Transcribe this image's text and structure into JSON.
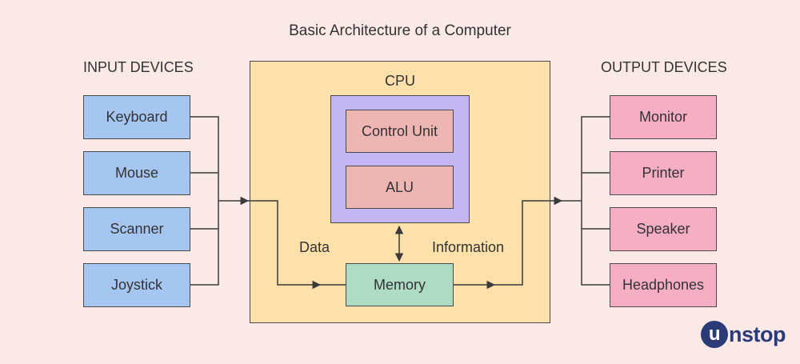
{
  "title": "Basic Architecture of a Computer",
  "input_label": "INPUT DEVICES",
  "output_label": "OUTPUT DEVICES",
  "inputs": [
    "Keyboard",
    "Mouse",
    "Scanner",
    "Joystick"
  ],
  "outputs": [
    "Monitor",
    "Printer",
    "Speaker",
    "Headphones"
  ],
  "cpu": {
    "label": "CPU",
    "control_unit": "Control Unit",
    "alu": "ALU",
    "memory": "Memory",
    "data_label": "Data",
    "information_label": "Information"
  },
  "logo": {
    "badge": "u",
    "text": "nstop"
  },
  "colors": {
    "background": "#fbe9e8",
    "input_box": "#a6c6f2",
    "output_box": "#f6aec4",
    "cpu_frame": "#fde0aa",
    "cpu_inner": "#c4b5f5",
    "sub_box": "#eeb6b3",
    "memory_box": "#addbc4",
    "logo": "#2a3b78"
  }
}
